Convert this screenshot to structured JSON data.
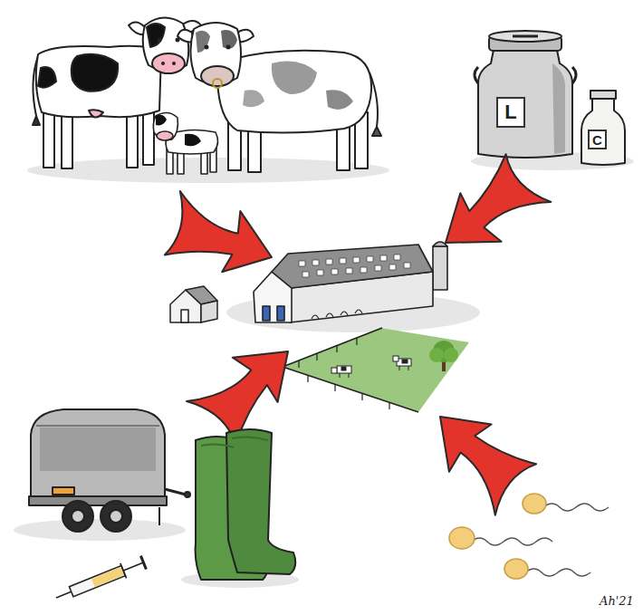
{
  "diagram": {
    "nodes": [
      {
        "text": [
          "L"
        ]
      },
      {
        "text": [
          "C"
        ]
      }
    ],
    "labels": [
      "Ah'21"
    ]
  }
}
